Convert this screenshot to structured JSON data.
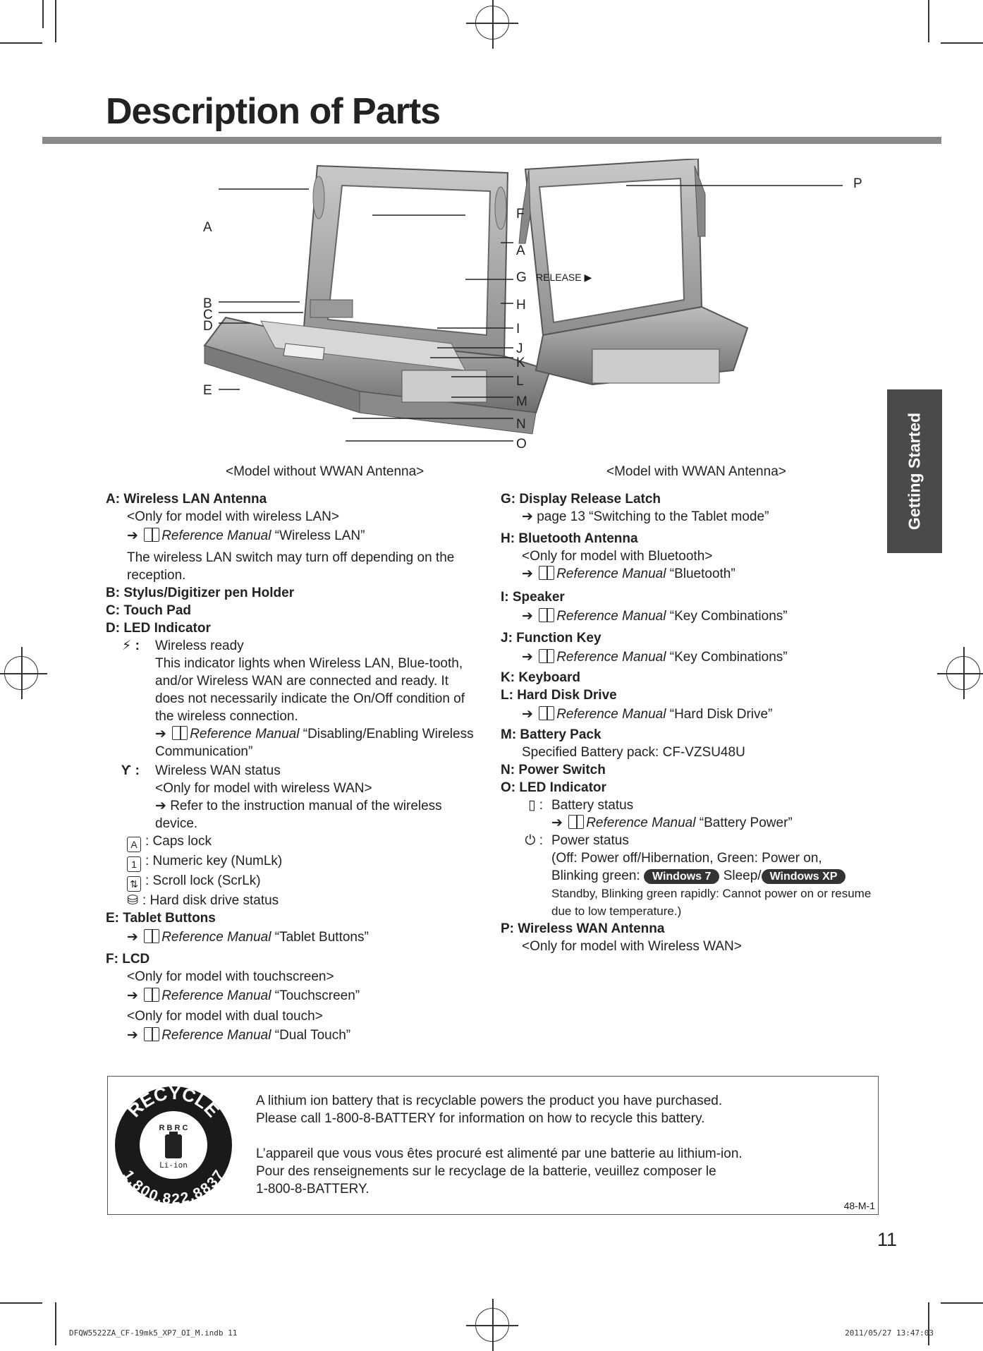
{
  "page": {
    "title": "Description of Parts",
    "side_tab": "Getting Started",
    "page_number": "11",
    "footer_left": "DFQW5522ZA_CF-19mk5_XP7_OI_M.indb   11",
    "footer_right": "2011/05/27   13:47:03"
  },
  "figure": {
    "caption_left": "<Model without WWAN Antenna>",
    "caption_right": "<Model with WWAN Antenna>",
    "labels": {
      "A1": "A",
      "B": "B",
      "C": "C",
      "D": "D",
      "E": "E",
      "F": "F",
      "A2": "A",
      "G": "G",
      "release": "RELEASE ▶",
      "H": "H",
      "I": "I",
      "J": "J",
      "K": "K",
      "L": "L",
      "M": "M",
      "N": "N",
      "O": "O",
      "P": "P"
    }
  },
  "left_column": {
    "A": {
      "label": "A:  Wireless LAN Antenna",
      "line1": "<Only for model with wireless LAN>",
      "ref_em": "Reference Manual",
      "ref_tail": " “Wireless LAN”",
      "note": "The wireless LAN switch may turn off depending on the reception."
    },
    "B": {
      "label": "B:  Stylus/Digitizer pen Holder"
    },
    "C": {
      "label": "C:  Touch Pad"
    },
    "D": {
      "label": "D:  LED Indicator",
      "wireless_title": "Wireless ready",
      "wireless_desc": "This indicator lights when Wireless LAN, Blue-tooth, and/or Wireless WAN are connected and ready. It does not necessarily indicate the On/Off condition of the wireless connection.",
      "wireless_ref_em": "Reference Manual",
      "wireless_ref_tail": " “Disabling/Enabling Wireless Communication”",
      "wwan_title": "Wireless WAN status",
      "wwan_line": "<Only for model with wireless WAN>",
      "wwan_ref": "Refer to the instruction manual of the wireless device.",
      "caps": ": Caps lock",
      "num": ": Numeric key (NumLk)",
      "scroll": ": Scroll lock (ScrLk)",
      "hdd": ":  Hard disk drive status",
      "caps_key": "A",
      "num_key": "1",
      "scroll_key": "⇅"
    },
    "E": {
      "label": "E:  Tablet Buttons",
      "ref_em": "Reference Manual",
      "ref_tail": " “Tablet Buttons”"
    },
    "F": {
      "label": "F:  LCD",
      "line1": "<Only for model with touchscreen>",
      "ref1_em": "Reference Manual",
      "ref1_tail": " “Touchscreen”",
      "line2": "<Only for model with dual touch>",
      "ref2_em": "Reference Manual",
      "ref2_tail": " “Dual Touch”"
    }
  },
  "right_column": {
    "G": {
      "label": "G:  Display Release Latch",
      "ref": "page 13 “Switching to the Tablet mode”"
    },
    "H": {
      "label": "H:  Bluetooth Antenna",
      "line1": "<Only for model with Bluetooth>",
      "ref_em": "Reference Manual",
      "ref_tail": " “Bluetooth”"
    },
    "I": {
      "label": "I:    Speaker",
      "ref_em": "Reference Manual",
      "ref_tail": " “Key Combinations”"
    },
    "J": {
      "label": "J:   Function Key",
      "ref_em": "Reference Manual",
      "ref_tail": " “Key Combinations”"
    },
    "K": {
      "label": "K:  Keyboard"
    },
    "L": {
      "label": "L:   Hard Disk Drive",
      "ref_em": "Reference Manual",
      "ref_tail": " “Hard Disk Drive”"
    },
    "M": {
      "label": "M: Battery Pack",
      "line1": "Specified Battery pack: CF-VZSU48U"
    },
    "N": {
      "label": "N:  Power Switch"
    },
    "O": {
      "label": "O:  LED Indicator",
      "battery": "Battery status",
      "battery_ref_em": "Reference Manual",
      "battery_ref_tail": " “Battery Power”",
      "power": "Power status",
      "power_line1": "(Off: Power off/Hibernation, Green: Power on,",
      "power_line2a": "Blinking green:",
      "power_pill1": "Windows 7",
      "power_line2b": "Sleep/",
      "power_pill2": "Windows XP",
      "power_line3": "Standby, Blinking green rapidly: Cannot power on or resume due to low temperature.)"
    },
    "P": {
      "label": "P:  Wireless WAN Antenna",
      "line1": "<Only for model with Wireless WAN>"
    }
  },
  "recycle": {
    "logo_top": "RECYCLE",
    "logo_mid": "R B R C",
    "logo_bottom": "1.800.822.8837",
    "logo_liion": "Li-ion",
    "en1": "A lithium ion battery that is recyclable powers the product you have purchased.",
    "en2": "Please call 1-800-8-BATTERY for information on how to recycle this battery.",
    "fr1": "L’appareil que vous vous êtes procuré est alimenté par une batterie au lithium-ion.",
    "fr2": "Pour des renseignements sur le recyclage de la batterie, veuillez composer le",
    "fr3": "1-800-8-BATTERY.",
    "code": "48-M-1"
  },
  "colors": {
    "tab_bg": "#4a4a4a",
    "rule": "#8a8a8a"
  }
}
